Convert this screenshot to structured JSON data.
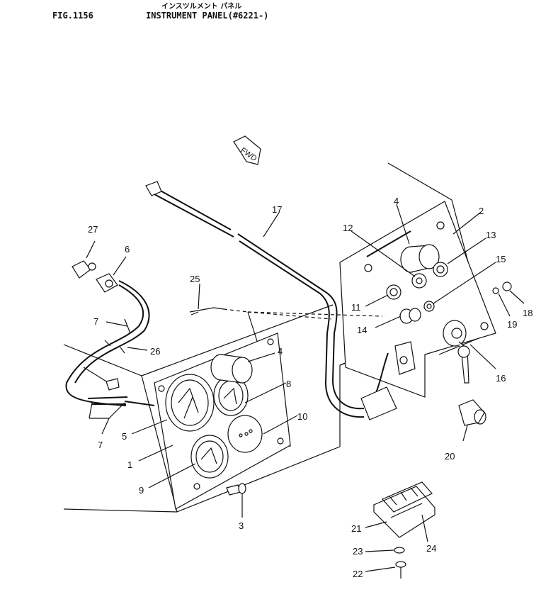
{
  "header": {
    "fig_label": "FIG.1156",
    "title_jp": "インスツルメント パネル",
    "title_en": "INSTRUMENT PANEL(#6221-)"
  },
  "arrow_label": "FWD",
  "callouts": [
    "1",
    "2",
    "3",
    "4",
    "4",
    "5",
    "6",
    "7",
    "7",
    "8",
    "9",
    "10",
    "11",
    "12",
    "13",
    "14",
    "15",
    "16",
    "17",
    "18",
    "19",
    "20",
    "21",
    "22",
    "23",
    "24",
    "25",
    "26",
    "27"
  ]
}
